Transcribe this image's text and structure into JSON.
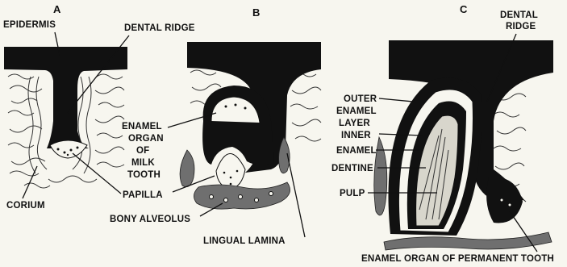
{
  "figure": {
    "panel_a": "A",
    "panel_b": "B",
    "panel_c": "C",
    "labels": {
      "epidermis": "EPIDERMIS",
      "dental_ridge_a": "DENTAL RIDGE",
      "corium": "CORIUM",
      "papilla": "PAPILLA",
      "enamel_organ_of_milk_tooth": [
        "ENAMEL",
        "ORGAN",
        "OF",
        "MILK",
        "TOOTH"
      ],
      "bony_alveolus": "BONY ALVEOLUS",
      "lingual_lamina": "LINGUAL LAMINA",
      "dental_ridge_c": [
        "DENTAL",
        "RIDGE"
      ],
      "outer_enamel_layer_inner": [
        "OUTER",
        "ENAMEL",
        "LAYER",
        "INNER"
      ],
      "enamel": "ENAMEL",
      "dentine": "DENTINE",
      "pulp": "PULP",
      "enamel_organ_of_permanent_tooth": "ENAMEL ORGAN OF PERMANENT TOOTH"
    }
  }
}
